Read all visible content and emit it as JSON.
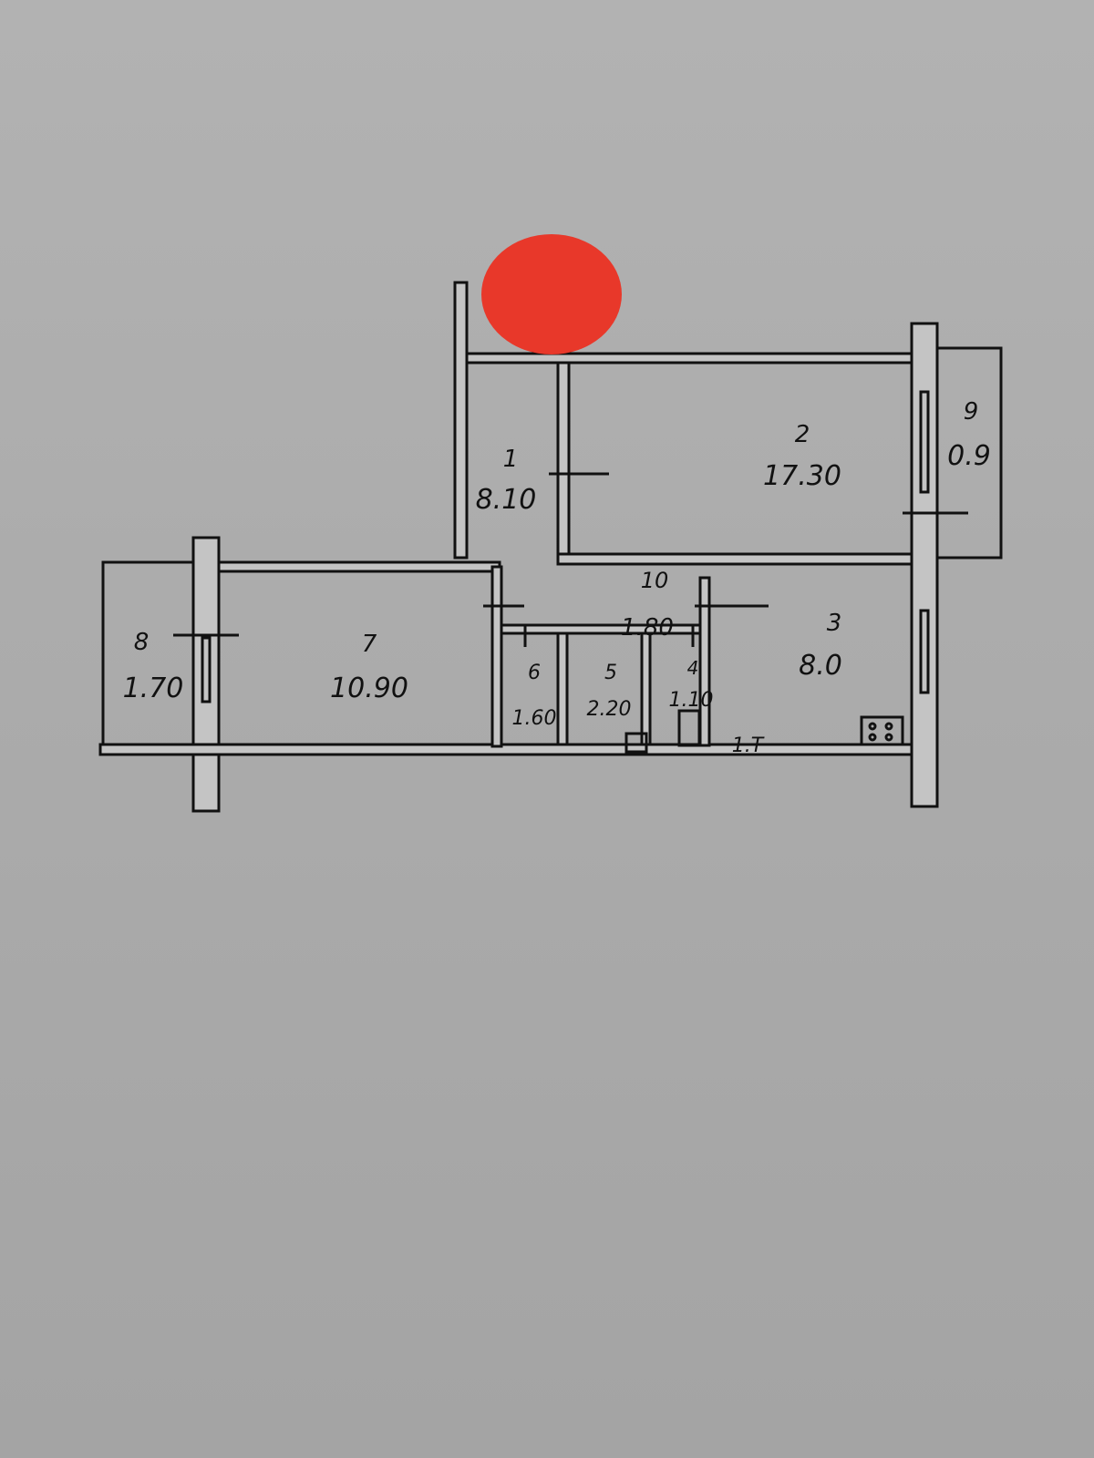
{
  "rooms": [
    {
      "number": "1",
      "area": "8.10"
    },
    {
      "number": "2",
      "area": "17.30"
    },
    {
      "number": "3",
      "area": "8.0"
    },
    {
      "number": "4",
      "area": "1.10"
    },
    {
      "number": "5",
      "area": "2.20"
    },
    {
      "number": "6",
      "area": "1.60"
    },
    {
      "number": "7",
      "area": "10.90"
    },
    {
      "number": "8",
      "area": "1.70"
    },
    {
      "number": "9",
      "area": "0.9"
    },
    {
      "number": "10",
      "area": "1.80"
    }
  ],
  "annotations": {
    "kitchen_mark": "1.T"
  },
  "colors": {
    "redaction": "#e8382a",
    "ink": "#111111",
    "paper": "#acacac"
  }
}
